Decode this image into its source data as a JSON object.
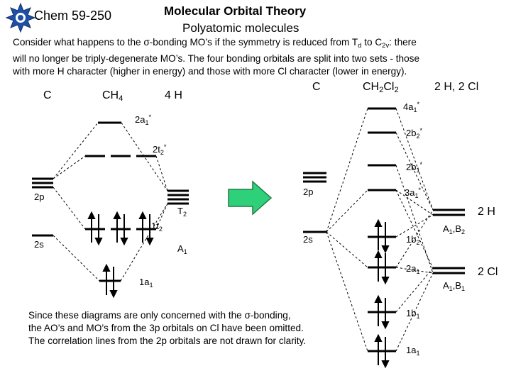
{
  "header": {
    "course": "Chem 59-250",
    "title": "Molecular Orbital Theory",
    "subtitle": "Polyatomic molecules"
  },
  "intro": [
    "Consider what happens to the σ-bonding MO’s if the symmetry is reduced from T",
    "d",
    " to C",
    "2v",
    ": there",
    "will no longer be triply-degenerate MO’s.  The four bonding orbitals are split into two sets - those",
    "with more H character (higher in energy) and those with more Cl character (lower in energy)."
  ],
  "left_diagram": {
    "col_c": "C",
    "col_ch4": "CH",
    "col_ch4_sub": "4",
    "col_4h": "4 H",
    "label_2a1star": "2a",
    "label_2a1star_sub": "1",
    "label_2a1star_sup": "*",
    "label_2t2star": "2t",
    "label_2t2star_sub": "2",
    "label_2t2star_sup": "*",
    "label_2p": "2p",
    "label_2s": "2s",
    "label_t2": "T",
    "label_t2_sub": "2",
    "label_1t2": "1t",
    "label_1t2_sub": "2",
    "label_a1": "A",
    "label_a1_sub": "1",
    "label_1a1": "1a",
    "label_1a1_sub": "1"
  },
  "right_diagram": {
    "col_c": "C",
    "col_ch2cl2": "CH",
    "col_ch2cl2_sub1": "2",
    "col_ch2cl2_mid": "Cl",
    "col_ch2cl2_sub2": "2",
    "col_2h2cl": "2 H, 2 Cl",
    "mo_labels": [
      {
        "main": "4a",
        "sub": "1",
        "sup": "*"
      },
      {
        "main": "2b",
        "sub": "2",
        "sup": "*"
      },
      {
        "main": "2b",
        "sub": "1",
        "sup": "*"
      },
      {
        "main": "3a",
        "sub": "1",
        "sup": "*"
      },
      {
        "main": "1b",
        "sub": "2",
        "sup": ""
      },
      {
        "main": "2a",
        "sub": "1",
        "sup": ""
      },
      {
        "main": "1b",
        "sub": "1",
        "sup": ""
      },
      {
        "main": "1a",
        "sub": "1",
        "sup": ""
      }
    ],
    "label_2p": "2p",
    "label_2s": "2s",
    "label_2h": "2 H",
    "label_a1b2": "A",
    "label_a1b2_sub1": "1",
    "label_a1b2_mid": ",B",
    "label_a1b2_sub2": "2",
    "label_2cl": "2 Cl",
    "label_a1b1": "A",
    "label_a1b1_sub1": "1",
    "label_a1b1_mid": ",B",
    "label_a1b1_sub2": "1"
  },
  "note": [
    "Since these diagrams are only concerned with the σ-bonding,",
    "the AO’s and MO’s from the 3p orbitals on Cl have been omitted.",
    "The correlation lines from the 2p orbitals are not drawn for clarity."
  ],
  "colors": {
    "logo_blue": "#1f4fa8",
    "arrow_green": "#2fd07a",
    "arrow_outline": "#1e7a45"
  }
}
